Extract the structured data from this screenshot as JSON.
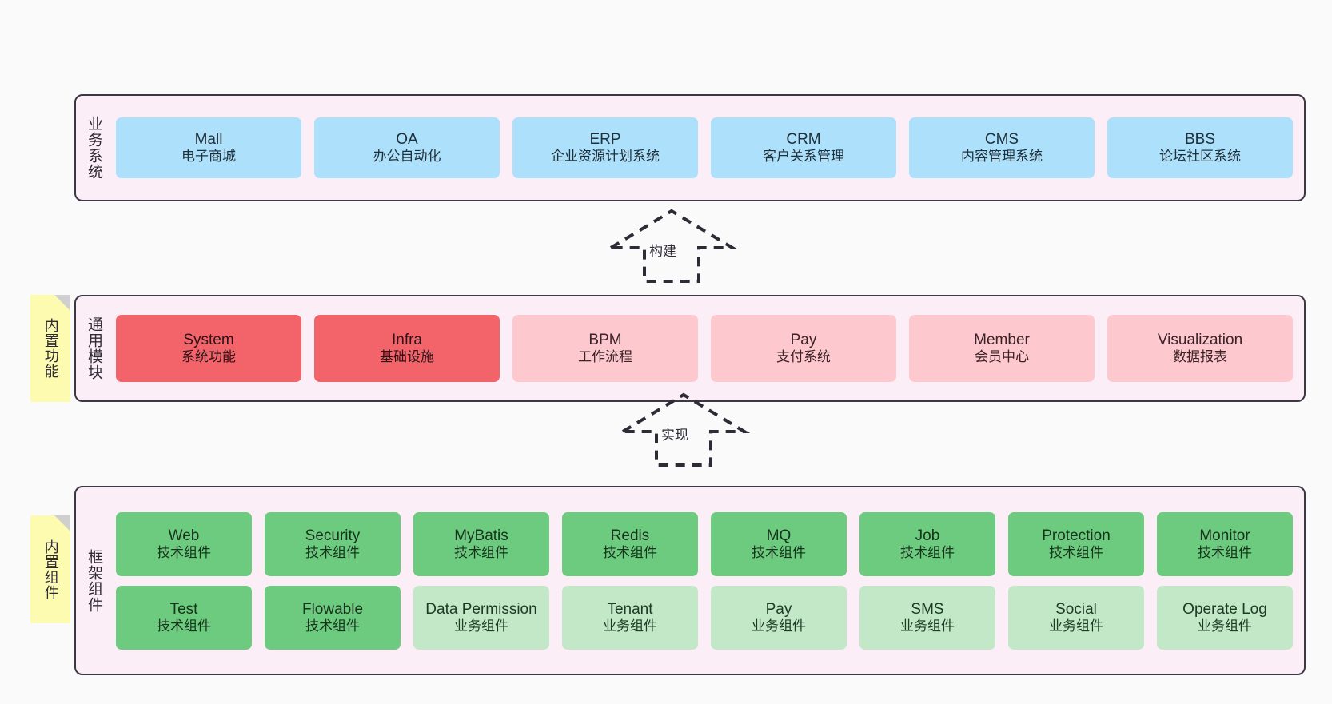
{
  "diagram": {
    "layers": [
      {
        "id": "business",
        "title": "业务系统",
        "rows": [
          [
            {
              "name": "Mall",
              "desc": "电子商城",
              "style": "blue"
            },
            {
              "name": "OA",
              "desc": "办公自动化",
              "style": "blue"
            },
            {
              "name": "ERP",
              "desc": "企业资源计划系统",
              "style": "blue"
            },
            {
              "name": "CRM",
              "desc": "客户关系管理",
              "style": "blue"
            },
            {
              "name": "CMS",
              "desc": "内容管理系统",
              "style": "blue"
            },
            {
              "name": "BBS",
              "desc": "论坛社区系统",
              "style": "blue"
            }
          ]
        ]
      },
      {
        "id": "modules",
        "title": "通用模块",
        "rows": [
          [
            {
              "name": "System",
              "desc": "系统功能",
              "style": "red"
            },
            {
              "name": "Infra",
              "desc": "基础设施",
              "style": "red"
            },
            {
              "name": "BPM",
              "desc": "工作流程",
              "style": "pink"
            },
            {
              "name": "Pay",
              "desc": "支付系统",
              "style": "pink"
            },
            {
              "name": "Member",
              "desc": "会员中心",
              "style": "pink"
            },
            {
              "name": "Visualization",
              "desc": "数据报表",
              "style": "pink"
            }
          ]
        ]
      },
      {
        "id": "framework",
        "title": "框架组件",
        "rows": [
          [
            {
              "name": "Web",
              "desc": "技术组件",
              "style": "green"
            },
            {
              "name": "Security",
              "desc": "技术组件",
              "style": "green"
            },
            {
              "name": "MyBatis",
              "desc": "技术组件",
              "style": "green"
            },
            {
              "name": "Redis",
              "desc": "技术组件",
              "style": "green"
            },
            {
              "name": "MQ",
              "desc": "技术组件",
              "style": "green"
            },
            {
              "name": "Job",
              "desc": "技术组件",
              "style": "green"
            },
            {
              "name": "Protection",
              "desc": "技术组件",
              "style": "green"
            },
            {
              "name": "Monitor",
              "desc": "技术组件",
              "style": "green"
            }
          ],
          [
            {
              "name": "Test",
              "desc": "技术组件",
              "style": "green"
            },
            {
              "name": "Flowable",
              "desc": "技术组件",
              "style": "green"
            },
            {
              "name": "Data Permission",
              "desc": "业务组件",
              "style": "lightgreen"
            },
            {
              "name": "Tenant",
              "desc": "业务组件",
              "style": "lightgreen"
            },
            {
              "name": "Pay",
              "desc": "业务组件",
              "style": "lightgreen"
            },
            {
              "name": "SMS",
              "desc": "业务组件",
              "style": "lightgreen"
            },
            {
              "name": "Social",
              "desc": "业务组件",
              "style": "lightgreen"
            },
            {
              "name": "Operate Log",
              "desc": "业务组件",
              "style": "lightgreen"
            }
          ]
        ]
      }
    ],
    "sticky_notes": [
      {
        "id": "builtin-features",
        "text": "内置功能"
      },
      {
        "id": "builtin-components",
        "text": "内置组件"
      }
    ],
    "connectors": [
      {
        "id": "build",
        "label": "构建"
      },
      {
        "id": "impl",
        "label": "实现"
      }
    ],
    "colors": {
      "panel_background": "#fbeef6",
      "panel_border": "#3c3744",
      "blue": "#ace0fb",
      "red": "#f2636a",
      "pink": "#fdc9cf",
      "green": "#6dcb7f",
      "lightgreen": "#c2e8c8",
      "sticky": "#fdfbb0",
      "canvas": "#fafafa"
    }
  }
}
